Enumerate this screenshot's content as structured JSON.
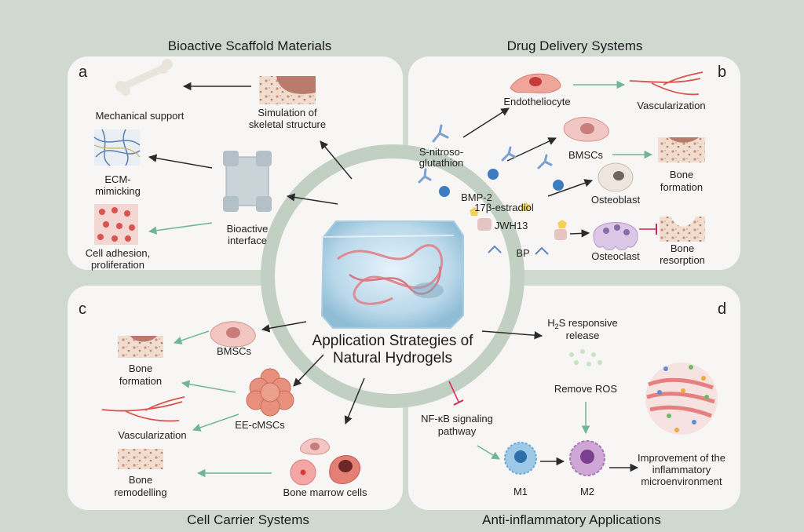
{
  "titles": {
    "a": "Bioactive Scaffold Materials",
    "b": "Drug Delivery Systems",
    "c": "Cell Carrier Systems",
    "d": "Anti-inflammatory Applications"
  },
  "letters": {
    "a": "a",
    "b": "b",
    "c": "c",
    "d": "d"
  },
  "center": {
    "line1": "Application Strategies of",
    "line2": "Natural Hydrogels"
  },
  "panel_a": {
    "mechanical": "Mechanical support",
    "simulation1": "Simulation of",
    "simulation2": "skeletal structure",
    "ecm1": "ECM-",
    "ecm2": "mimicking",
    "bioactive1": "Bioactive",
    "bioactive2": "interface",
    "cell1": "Cell adhesion,",
    "cell2": "proliferation"
  },
  "panel_b": {
    "endothelio": "Endotheliocyte",
    "vascular": "Vascularization",
    "snitroso1": "S-nitroso-",
    "snitroso2": "glutathion",
    "bmscs": "BMSCs",
    "bone_form1": "Bone",
    "bone_form2": "formation",
    "bmp2": "BMP-2",
    "estradiol": "17β-estradiol",
    "osteoblast": "Osteoblast",
    "jwh13": "JWH13",
    "bp": "BP",
    "osteoclast": "Osteoclast",
    "resorb1": "Bone",
    "resorb2": "resorption"
  },
  "panel_c": {
    "bmscs": "BMSCs",
    "bone_form1": "Bone",
    "bone_form2": "formation",
    "eecmscs": "EE-cMSCs",
    "vascular": "Vascularization",
    "remodel1": "Bone",
    "remodel2": "remodelling",
    "marrow": "Bone marrow cells"
  },
  "panel_d": {
    "h2s_1a": "H",
    "h2s_1sub": "2",
    "h2s_1b": "S responsive",
    "h2s_2": "release",
    "ros": "Remove ROS",
    "nfkb1": "NF-κB signaling",
    "nfkb2": "pathway",
    "m1": "M1",
    "m2": "M2",
    "improve1": "Improvement of the",
    "improve2": "inflammatory",
    "improve3": "microenvironment"
  },
  "colors": {
    "background": "#cfd9d0",
    "panel": "#f7f6f4",
    "ring": "#c2cfc3",
    "arrow_dark": "#2b2b2b",
    "arrow_green": "#6fb596",
    "inhibit_red": "#d6254f"
  }
}
